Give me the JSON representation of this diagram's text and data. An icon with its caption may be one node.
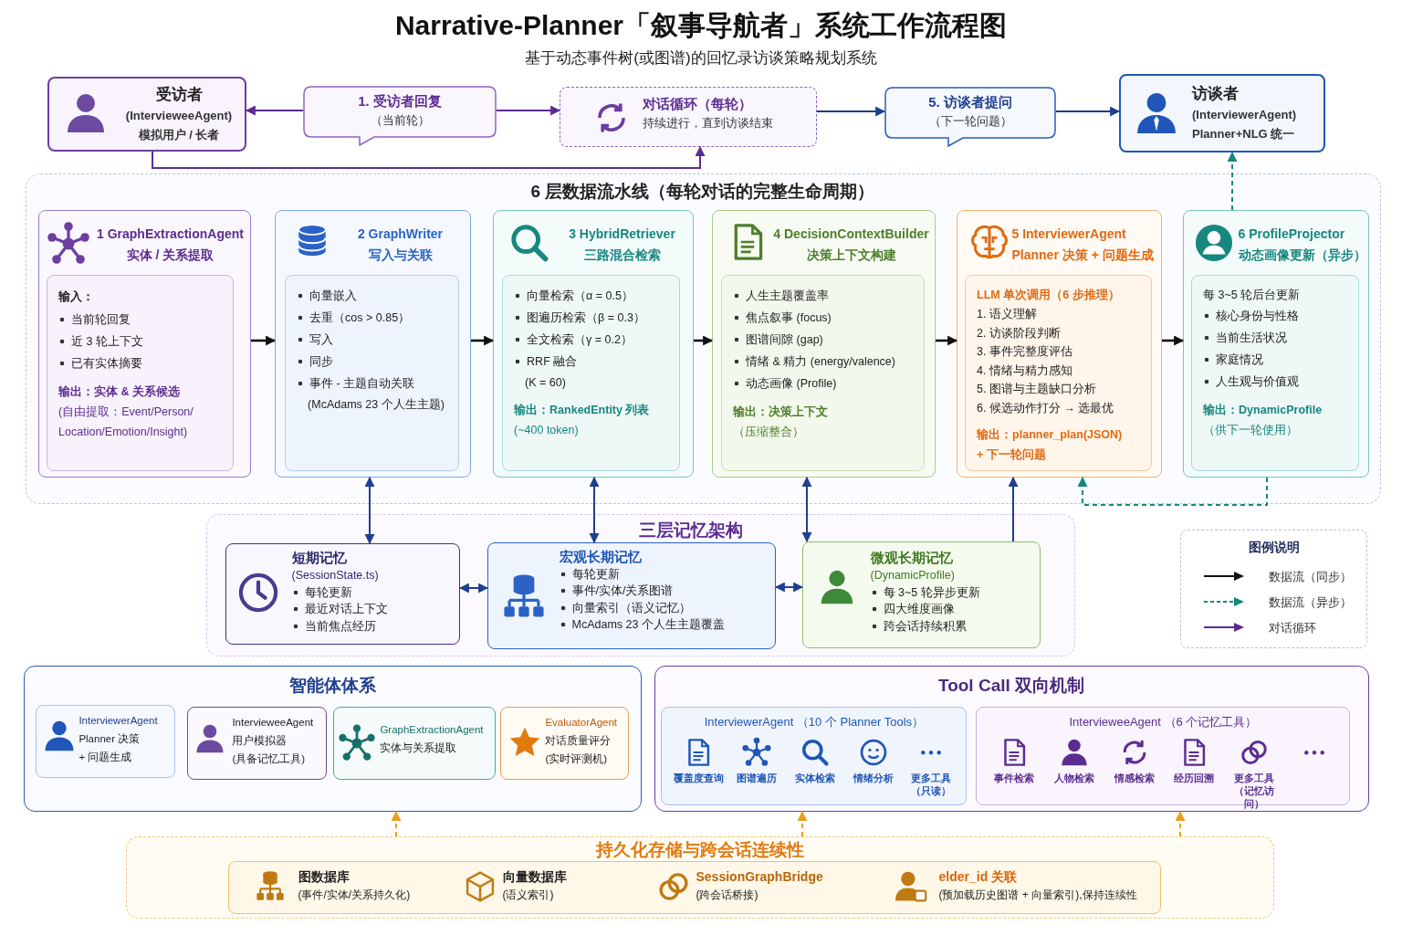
{
  "diagram": {
    "title": "Narrative-Planner「叙事导航者」系统工作流程图",
    "nodes": [
      {
        "text": [
          "受访者",
          "(IntervieweeAgent)",
          "模拟用户 / 长者"
        ]
      },
      {
        "text": [
          "1. 受访者回复",
          "（当前轮）"
        ]
      },
      {
        "text": [
          "对话循环（每轮）",
          "持续进行，直到访谈结束"
        ]
      },
      {
        "text": [
          "5. 访谈者提问",
          "（下一轮问题）"
        ]
      },
      {
        "text": [
          "访谈者",
          "(InterviewerAgent)",
          "Planner+NLG 统一"
        ]
      },
      {
        "text": [
          "6 层数据流水线（每轮对话的完整生命周期）"
        ]
      },
      {
        "text": [
          "1 GraphExtractionAgent",
          "实体 / 关系提取"
        ],
        "in": 5
      },
      {
        "text": [
          "输入：",
          "当前轮回复",
          "近 3 轮上下文",
          "已有实体摘要",
          "输出：实体 & 关系候选",
          "(自由提取：Event/Person/ Location/Emotion/Insight)"
        ],
        "in": 6
      },
      {
        "text": [
          "2 GraphWriter",
          "写入与关联"
        ],
        "in": 5
      },
      {
        "text": [
          "向量嵌入",
          "去重（cos > 0.85）",
          "写入",
          "同步",
          "事件 - 主题自动关联",
          "(McAdams 23 个人生主题)"
        ],
        "in": 8
      },
      {
        "text": [
          "3 HybridRetriever",
          "三路混合检索"
        ],
        "in": 5
      },
      {
        "text": [
          "向量检索（α = 0.5）",
          "图遍历检索（β = 0.3）",
          "全文检索（γ = 0.2）",
          "RRF 融合",
          "(K = 60)",
          "输出：RankedEntity 列表",
          "(~400 token)"
        ],
        "in": 10
      },
      {
        "text": [
          "4 DecisionContextBuilder",
          "决策上下文构建"
        ],
        "in": 5
      },
      {
        "text": [
          "人生主题覆盖率",
          "焦点叙事 (focus)",
          "图谱间隙 (gap)",
          "情绪 & 精力 (energy/valence)",
          "动态画像 (Profile)",
          "输出：决策上下文",
          "（压缩整合）"
        ],
        "in": 12
      },
      {
        "text": [
          "5 InterviewerAgent",
          "Planner 决策 + 问题生成"
        ],
        "in": 5
      },
      {
        "text": [
          "LLM 单次调用（6 步推理）",
          "1. 语义理解",
          "2. 访谈阶段判断",
          "3. 事件完整度评估",
          "4. 情绪与精力感知",
          "5. 图谱与主题缺口分析",
          "6. 候选动作打分 → 选最优",
          "输出：planner_plan(JSON)",
          "+ 下一轮问题"
        ],
        "in": 14
      },
      {
        "text": [
          "6 ProfileProjector",
          "动态画像更新（异步）"
        ],
        "in": 5
      },
      {
        "text": [
          "每 3~5 轮后台更新",
          "核心身份与性格",
          "当前生活状况",
          "家庭情况",
          "人生观与价值观",
          "输出：DynamicProfile",
          "（供下一轮使用）"
        ],
        "in": 16
      },
      {
        "text": [
          "三层记忆架构"
        ]
      },
      {
        "text": [
          "短期记忆",
          "(SessionState.ts)",
          "每轮更新",
          "最近对话上下文",
          "当前焦点经历"
        ],
        "in": 18
      },
      {
        "text": [
          "宏观长期记忆",
          "每轮更新",
          "事件/实体/关系图谱",
          "向量索引（语义记忆）",
          "McAdams 23 个人生主题覆盖"
        ],
        "in": 18
      },
      {
        "text": [
          "微观长期记忆",
          "(DynamicProfile)",
          "每 3~5 轮异步更新",
          "四大维度画像",
          "跨会话持续积累"
        ],
        "in": 18
      },
      {
        "text": [
          "智能体体系"
        ]
      },
      {
        "text": [
          "InterviewerAgent",
          "Planner 决策",
          "+ 问题生成"
        ],
        "in": 22
      },
      {
        "text": [
          "IntervieweeAgent",
          "用户模拟器",
          "(具备记忆工具)"
        ],
        "in": 22
      },
      {
        "text": [
          "GraphExtractionAgent",
          "实体与关系提取"
        ],
        "in": 22
      },
      {
        "text": [
          "EvaluatorAgent",
          "对话质量评分",
          "(实时评测机)"
        ],
        "in": 22
      },
      {
        "text": [
          "Tool Call 双向机制"
        ]
      },
      {
        "text": [
          "InterviewerAgent （10 个 Planner Tools）",
          "覆盖度查询",
          "图谱遍历",
          "实体检索",
          "情绪分析",
          "更多工具（只读）"
        ],
        "in": 27
      },
      {
        "text": [
          "IntervieweeAgent （6 个记忆工具）",
          "事件检索",
          "人物检索",
          "情感检索",
          "经历回溯",
          "更多工具（记忆访问）"
        ],
        "in": 27
      },
      {
        "text": [
          "持久化存储与跨会话连续性"
        ]
      },
      {
        "text": [
          "图数据库",
          "(事件/实体/关系持久化)",
          "向量数据库",
          "(语义索引)",
          "SessionGraphBridge",
          "(跨会话桥接)",
          "elder_id 关联",
          "(预加载历史图谱 + 向量索引),保持连续性"
        ],
        "in": 30
      }
    ],
    "edges": [
      {
        "from": 1,
        "to": 0,
        "arrow": "to",
        "color": "#5b2d90"
      },
      {
        "from": 1,
        "to": 2,
        "arrow": "to",
        "color": "#5b2d90"
      },
      {
        "from": 2,
        "to": 3,
        "arrow": "to"
      },
      {
        "from": 3,
        "to": 4,
        "arrow": "to"
      },
      {
        "from": 0,
        "to": 2,
        "arrow": "to",
        "color": "#5b2d90"
      },
      {
        "from": 6,
        "to": 8,
        "arrow": "to",
        "color": "#111111"
      },
      {
        "from": 8,
        "to": 10,
        "arrow": "to",
        "color": "#111111"
      },
      {
        "from": 10,
        "to": 12,
        "arrow": "to",
        "color": "#111111"
      },
      {
        "from": 12,
        "to": 14,
        "arrow": "to",
        "color": "#111111"
      },
      {
        "from": 14,
        "to": 16,
        "arrow": "to",
        "color": "#111111"
      },
      {
        "from": 16,
        "to": 4,
        "arrow": "to",
        "style": "dashed",
        "color": "#17877f"
      },
      {
        "from": 16,
        "to": 14,
        "arrow": "to",
        "style": "dashed",
        "color": "#17877f"
      },
      {
        "from": 19,
        "to": 8,
        "arrow": "both"
      },
      {
        "from": 20,
        "to": 10,
        "arrow": "both"
      },
      {
        "from": 21,
        "to": 12,
        "arrow": "both"
      },
      {
        "from": 21,
        "to": 14,
        "arrow": "to"
      },
      {
        "from": 19,
        "to": 20,
        "arrow": "both"
      },
      {
        "from": 20,
        "to": 21,
        "arrow": "both"
      },
      {
        "from": 30,
        "to": 22,
        "arrow": "to",
        "style": "dashed",
        "color": "#e8a020"
      },
      {
        "from": 30,
        "to": 27,
        "arrow": "to",
        "style": "dashed",
        "color": "#e8a020"
      },
      {
        "from": 30,
        "to": 27,
        "arrow": "to",
        "style": "dashed",
        "color": "#e8a020"
      }
    ],
    "labels": [
      "基于动态事件树(或图谱)的回忆录访谈策略规划系统",
      "图例说明"
    ],
    "legend": [
      {
        "text": "数据流（同步）"
      },
      {
        "text": "数据流（异步）"
      },
      {
        "text": "对话循环"
      }
    ]
  }
}
